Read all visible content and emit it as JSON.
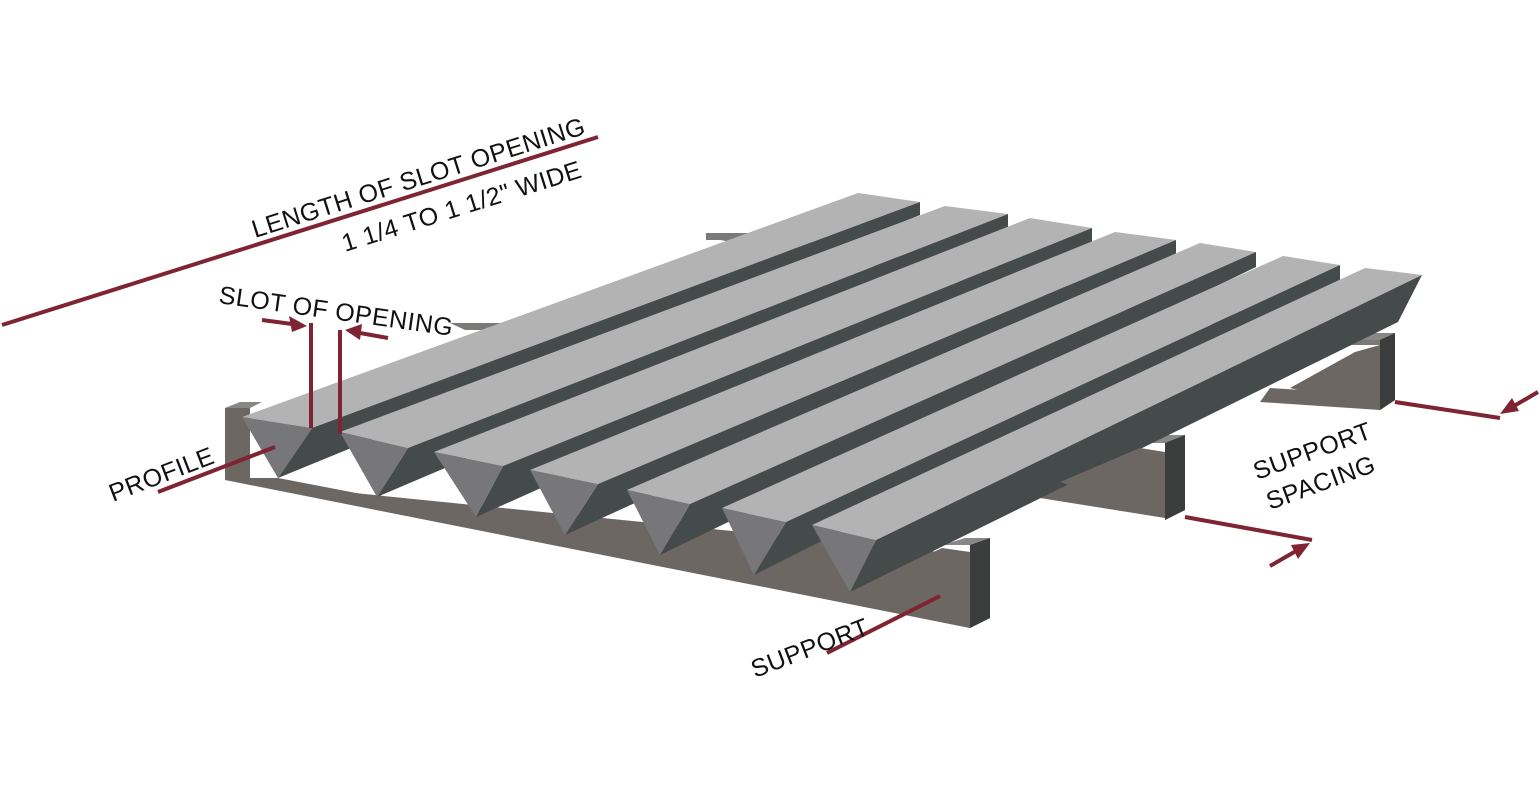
{
  "labels": {
    "slot_length_line1": "LENGTH OF SLOT OPENING",
    "slot_length_line2": "1 1/4 TO 1 1/2\" WIDE",
    "slot_opening": "SLOT OF OPENING",
    "profile": "PROFILE",
    "support": "SUPPORT",
    "support_spacing_line1": "SUPPORT",
    "support_spacing_line2": "SPACING"
  },
  "colors": {
    "dimension_line": "#7f2433",
    "bar_top": "#b3b3b3",
    "bar_end_face": "#777779",
    "bar_side": "#454b4a",
    "support_face": "#6d6764",
    "support_dark": "#3b3d3c",
    "text": "#111111"
  },
  "icons": {
    "dimension_arrow": "arrow-icon"
  }
}
